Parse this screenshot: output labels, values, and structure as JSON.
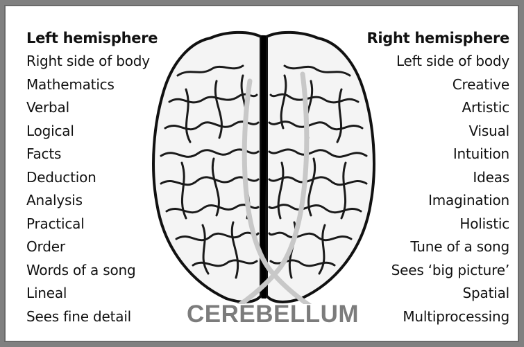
{
  "left": {
    "heading": "Left hemisphere",
    "items": [
      "Right side of body",
      "Mathematics",
      "Verbal",
      "Logical",
      "Facts",
      "Deduction",
      "Analysis",
      "Practical",
      "Order",
      "Words of a song",
      "Lineal",
      "Sees fine detail"
    ]
  },
  "right": {
    "heading": "Right hemisphere",
    "items": [
      "Left side of body",
      "Creative",
      "Artistic",
      "Visual",
      "Intuition",
      "Ideas",
      "Imagination",
      "Holistic",
      "Tune of a song",
      "Sees ‘big picture’",
      "Spatial",
      "Multiprocessing"
    ]
  },
  "brain": {
    "label": "CEREBELLUM"
  },
  "colors": {
    "background": "#808080",
    "panel": "#ffffff",
    "label_grey": "#7c7c7c",
    "connector_grey": "#c8c8c8"
  }
}
